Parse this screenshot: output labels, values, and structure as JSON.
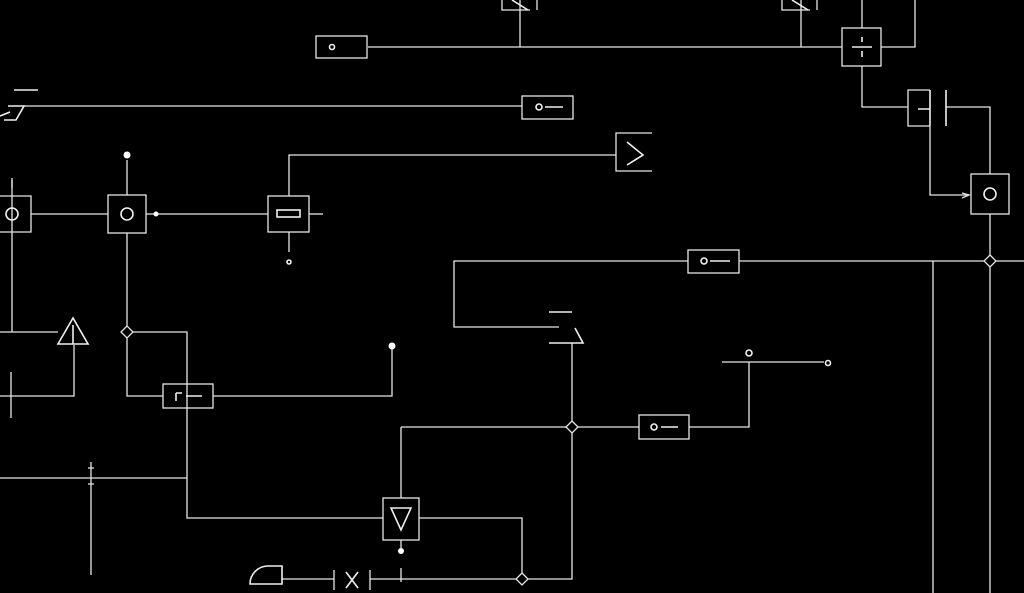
{
  "diagram": {
    "kind": "schematic-block-diagram",
    "background": "#000000",
    "line_color": "#e6e6e6",
    "text_labels": [],
    "components": [
      {
        "id": "resistor-top-left",
        "symbol": "resistor-icon"
      },
      {
        "id": "resistor-mid-top",
        "symbol": "resistor-icon"
      },
      {
        "id": "resistor-mid-right",
        "symbol": "resistor-icon"
      },
      {
        "id": "resistor-center-left",
        "symbol": "resistor-icon"
      },
      {
        "id": "resistor-bottom-left",
        "symbol": "resistor-icon"
      },
      {
        "id": "resistor-bottom-mid",
        "symbol": "resistor-icon"
      },
      {
        "id": "switch-top-right",
        "symbol": "switch-icon"
      },
      {
        "id": "capacitor-right",
        "symbol": "capacitor-icon"
      },
      {
        "id": "circle-node-right",
        "symbol": "circle-node-icon"
      },
      {
        "id": "circle-node-left-a",
        "symbol": "circle-node-icon"
      },
      {
        "id": "circle-node-left-b",
        "symbol": "circle-node-icon"
      },
      {
        "id": "triangle-left",
        "symbol": "triangle-icon"
      },
      {
        "id": "triangle-bottom",
        "symbol": "triangle-down-icon"
      },
      {
        "id": "cross-bottom",
        "symbol": "cross-icon"
      },
      {
        "id": "arc-bottom",
        "symbol": "arc-icon"
      },
      {
        "id": "angle-box-top",
        "symbol": "angle-icon"
      }
    ]
  }
}
